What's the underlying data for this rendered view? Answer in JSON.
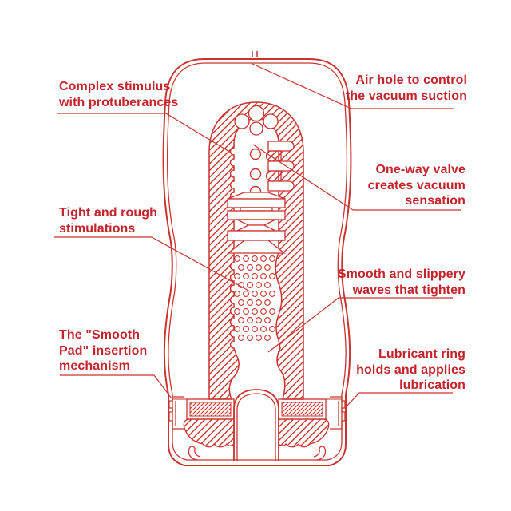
{
  "diagram": {
    "description_labels": [
      {
        "id": "complex-stimulus",
        "lines": [
          "Complex stimulus",
          "with protuberances"
        ]
      },
      {
        "id": "air-hole",
        "lines": [
          "Air hole to control",
          "the vacuum suction"
        ]
      },
      {
        "id": "one-way-valve",
        "lines": [
          "One-way valve",
          "creates vacuum",
          "sensation"
        ]
      },
      {
        "id": "tight-rough",
        "lines": [
          "Tight and rough",
          "stimulations"
        ]
      },
      {
        "id": "smooth-slippery",
        "lines": [
          "Smooth and slippery",
          "waves that tighten"
        ]
      },
      {
        "id": "smooth-pad",
        "lines": [
          "The \"Smooth",
          "Pad\" insertion",
          "mechanism"
        ]
      },
      {
        "id": "lubricant-ring",
        "lines": [
          "Lubricant ring",
          "holds and applies",
          "lubrication"
        ]
      }
    ],
    "colors": {
      "text": "#c5232b",
      "line": "#ca332e",
      "background": "#ffffff"
    }
  }
}
